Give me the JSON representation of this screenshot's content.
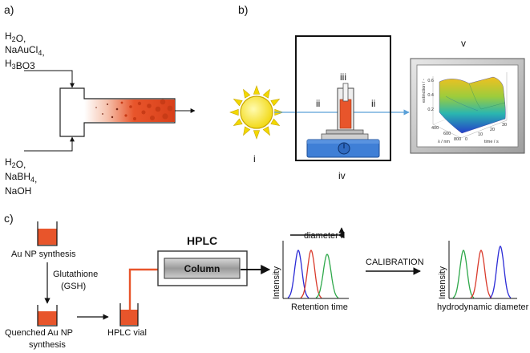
{
  "panels": {
    "a": "a)",
    "b": "b)",
    "c": "c)"
  },
  "panel_a": {
    "top_reagents": [
      "H2O,",
      "NaAuCl4,",
      "H3BO3"
    ],
    "bottom_reagents": [
      "H2O,",
      "NaBH4,",
      "NaOH"
    ]
  },
  "panel_b": {
    "labels": {
      "i": "i",
      "ii_left": "ii",
      "ii_right": "ii",
      "iii": "iii",
      "iv": "iv",
      "v": "v"
    },
    "plot_axes": {
      "y": "extinction / -",
      "x1": "λ / nm",
      "x2": "time / s"
    },
    "plot_ticks": {
      "y": [
        "0.6",
        "0.4",
        "0.2"
      ],
      "x1": [
        "400",
        "600",
        "800"
      ],
      "x2": [
        "0",
        "10",
        "20",
        "30"
      ]
    }
  },
  "panel_c": {
    "synthesis": "Au NP synthesis",
    "reagent": [
      "Glutathione",
      "(GSH)"
    ],
    "quenched": [
      "Quenched Au NP",
      "synthesis"
    ],
    "vial": "HPLC vial",
    "hplc": "HPLC",
    "column": "Column",
    "diameter": "diameter",
    "intensity1": "Intensity",
    "retention": "Retention time",
    "calibration": "CALIBRATION",
    "intensity2": "Intensity",
    "hydro": "hydrodynamic diameter"
  },
  "colors": {
    "orange": "#e8552b",
    "dark_orange": "#c83b16",
    "sun": "#f5e21a",
    "stirrer_blue": "#3f7fd6",
    "blue_curve": "#2b2bd6",
    "red_curve": "#d93a2b",
    "green_curve": "#2ea84a",
    "beam": "#5aa0d8"
  }
}
